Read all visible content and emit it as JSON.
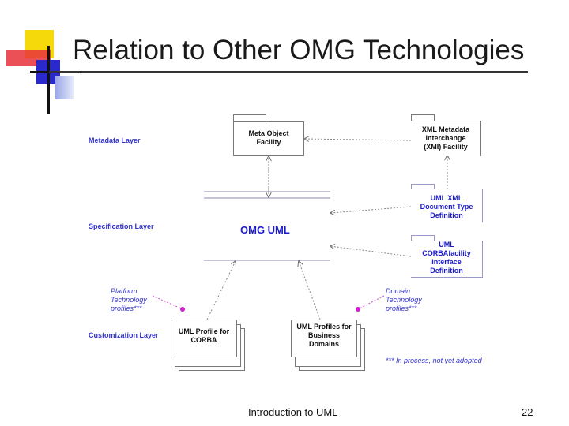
{
  "title": "Relation to Other OMG Technologies",
  "layers": {
    "metadata": "Metadata Layer",
    "specification": "Specification Layer",
    "customization": "Customization Layer"
  },
  "boxes": {
    "mof": [
      "Meta Object",
      "Facility"
    ],
    "xmi": [
      "XML Metadata",
      "Interchange",
      "(XMI) Facility"
    ],
    "omg_uml": "OMG UML",
    "uml_xml": [
      "UML XML",
      "Document Type",
      "Definition"
    ],
    "uml_corba": [
      "UML",
      "CORBAfacility",
      "Interface",
      "Definition"
    ],
    "profile_corba": [
      "UML Profile for",
      "CORBA"
    ],
    "profile_business": [
      "UML Profiles for",
      "Business",
      "Domains"
    ]
  },
  "notes": {
    "platform": [
      "Platform",
      "Technology",
      "profiles***"
    ],
    "domain": [
      "Domain",
      "Technology",
      "profiles***"
    ],
    "in_process": "*** In process, not yet adopted"
  },
  "footer": {
    "center": "Introduction to UML",
    "page": "22"
  },
  "colors": {
    "accent_yellow": "#f5d90a",
    "accent_red": "#e8313a",
    "accent_blue": "#3333cc",
    "dot_magenta": "#cc22cc"
  }
}
